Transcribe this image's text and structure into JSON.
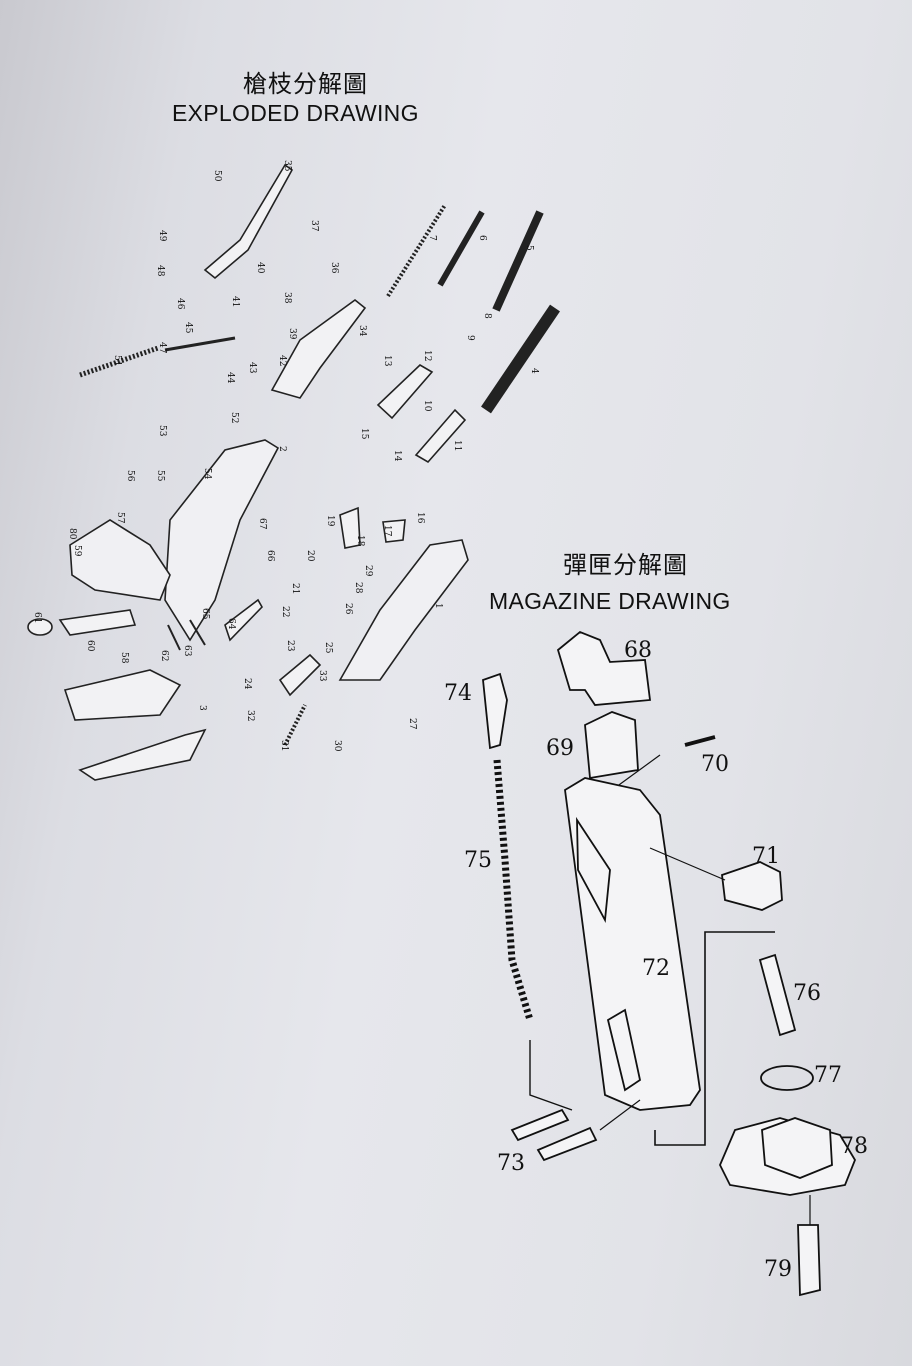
{
  "exploded": {
    "title_zh": "槍枝分解圖",
    "title_en": "EXPLODED DRAWING",
    "labels": [
      "35",
      "50",
      "49",
      "48",
      "40",
      "37",
      "36",
      "38",
      "46",
      "41",
      "45",
      "39",
      "47",
      "51",
      "44",
      "43",
      "42",
      "34",
      "7",
      "6",
      "5",
      "8",
      "9",
      "4",
      "13",
      "12",
      "10",
      "11",
      "15",
      "14",
      "53",
      "52",
      "2",
      "54",
      "55",
      "56",
      "57",
      "80",
      "59",
      "67",
      "66",
      "19",
      "18",
      "16",
      "17",
      "20",
      "21",
      "22",
      "23",
      "24",
      "28",
      "29",
      "26",
      "25",
      "1",
      "61",
      "60",
      "58",
      "62",
      "63",
      "65",
      "64",
      "33",
      "32",
      "31",
      "30",
      "27",
      "3"
    ]
  },
  "magazine": {
    "title_zh": "彈匣分解圖",
    "title_en": "MAGAZINE DRAWING",
    "labels": [
      "68",
      "69",
      "70",
      "71",
      "72",
      "73",
      "74",
      "75",
      "76",
      "77",
      "78",
      "79"
    ]
  }
}
